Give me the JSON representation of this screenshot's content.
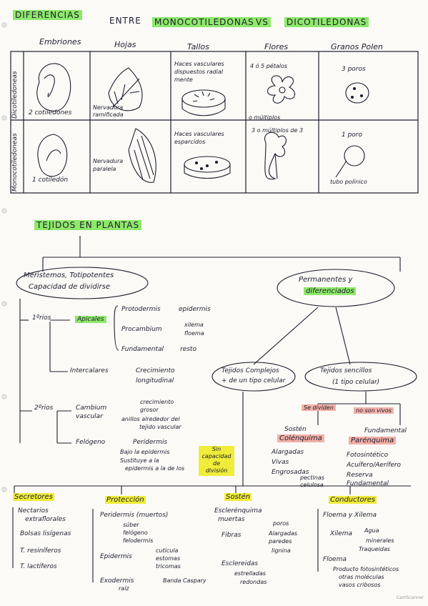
{
  "title": {
    "w1": "DIFERENCIAS",
    "w2": "ENTRE",
    "w3": "MONOCOTILEDONAS",
    "w4": "VS",
    "w5": "DICOTILEDONAS"
  },
  "table": {
    "headers": [
      "Embriones",
      "Hojas",
      "Tallos",
      "Flores",
      "Granos Polen"
    ],
    "row_labels": [
      "Dicotiledoneas",
      "Monocotiledoneas"
    ],
    "dico": {
      "embrion": "2 cotiledones",
      "hoja": "Nervadura ramificada",
      "tallo": "Haces vasculares dispuestos radial mente",
      "flor_top": "4 ó 5 pétalos",
      "flor_bottom": "o múltiplos",
      "polen": "3 poros"
    },
    "mono": {
      "embrion": "1 cotiledón",
      "hoja": "Nervadura paralela",
      "tallo": "Haces vasculares esparcidos",
      "flor": "3 o múltiplos de 3",
      "polen": "1 poro",
      "polen_label": "tubo polínico"
    }
  },
  "tejidos": {
    "title": "TEJIDOS EN PLANTAS",
    "meristemos": {
      "l1": "Meristemos, Totipotentes",
      "l2": "Capacidad de dividirse"
    },
    "permanentes": {
      "l1": "Permanentes y",
      "l2": "diferenciados"
    },
    "primarios": "1ºrios",
    "apicales": "Apicales",
    "protodermis": "Protodermis",
    "epidermis": "epidermis",
    "procambium": "Procambium",
    "xilema": "xilema",
    "floema": "floema",
    "fundamental": "Fundamental",
    "resto": "resto",
    "intercalares": "Intercalares",
    "crecimiento": "Crecimiento",
    "longitudinal": "longitudinal",
    "secundarios": "2ºrios",
    "cambium_l1": "Cambium",
    "cambium_l2": "vascular",
    "crec_grosor_l1": "crecimiento",
    "crec_grosor_l2": "grosor",
    "anillos_l1": "anillos alrededor del",
    "anillos_l2": "tejido vascular",
    "felogeno": "Felógeno",
    "peridermis": "Peridermis",
    "bajo_l1": "Bajo la epidermis",
    "bajo_l2": "Sustituye a la",
    "bajo_l3": "epidermis a la de los",
    "sin_cap_l1": "Sin",
    "sin_cap_l2": "capacidad",
    "sin_cap_l3": "de",
    "sin_cap_l4": "división",
    "complejos_l1": "Tejidos Complejos",
    "complejos_l2": "+ de un tipo celular",
    "sencillos_l1": "Tejidos sencillos",
    "sencillos_l2": "(1 tipo celular)",
    "se_dividen": "Se dividen",
    "no_vivos": "no son vivos",
    "sosten": "Sostén",
    "colenquima": "Colénquima",
    "alargadas": "Alargadas",
    "vivas": "Vivas",
    "engrosadas": "Engrosadas",
    "pectinas": "pectinas",
    "celulosa": "celulosa",
    "fundamental2": "Fundamental",
    "parenquima": "Parénquima",
    "fotosintetico": "Fotosintético",
    "acuifero": "Acuífero/Aerífero",
    "reserva": "Reserva",
    "fund2": "Fundamental"
  },
  "bottom": {
    "secretores": "Secretores",
    "proteccion": "Protección",
    "sosten": "Sostén",
    "conductores": "Conductores",
    "nectarios_l1": "Nectarios",
    "nectarios_l2": "extraflorales",
    "bolsas": "Bolsas lisígenas",
    "tricomas": "T. resiníferos",
    "laticiferos": "T. lactíferos",
    "peridermis": "Peridermis (muertos)",
    "suber": "súber",
    "felogeno": "felógeno",
    "felodermis": "felodermis",
    "epidermis": "Epidermis",
    "cuticula": "cutícula",
    "estomas": "estomas",
    "tricomas2": "tricomas",
    "exodermis": "Exodermis",
    "raiz": "raíz",
    "banda": "Banda Caspary",
    "esclerenquima_l1": "Esclerénquima",
    "esclerenquima_l2": "muertas",
    "fibras": "Fibras",
    "poros": "poros",
    "alargadas": "Alargadas",
    "paredes": "paredes",
    "lignina": "lignina",
    "esclereidas": "Esclereidas",
    "estrelladas": "estrelladas",
    "redondas": "redondas",
    "floema_xilema": "Floema y Xilema",
    "xilema": "Xilema",
    "agua": "Agua",
    "minerales": "minerales",
    "traqueidas": "Traqueidas",
    "floema": "Floema",
    "prod": "Producto fotosintéticos",
    "otras": "otras moléculas",
    "vasos": "vasos cribosos"
  },
  "watermark": "CamScanner"
}
